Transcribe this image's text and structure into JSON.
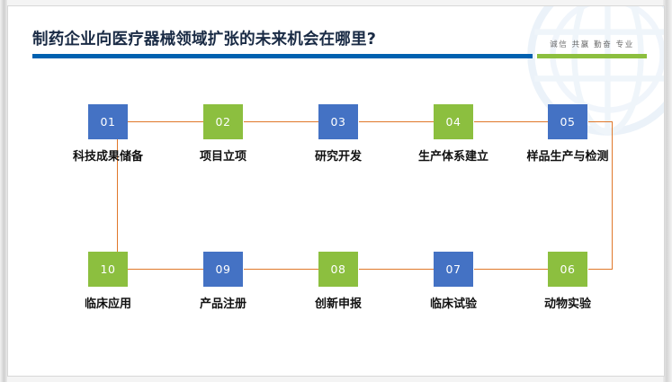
{
  "header": {
    "title": "制药企业向医疗器械领域扩张的未来机会在哪里?",
    "tagline": "诚信  共赢  勤奋  专业",
    "rule_blue_color": "#0061b0",
    "rule_green_color": "#8cbf3f",
    "title_color": "#1a2b45"
  },
  "theme": {
    "blue": "#4472c4",
    "green": "#8cbf3f",
    "connector": "#e0782a",
    "canvas": "#ffffff",
    "frame": "#f0f0f0"
  },
  "flow": {
    "connector_color": "#e0782a",
    "top_row": [
      {
        "number": "01",
        "label": "科技成果储备",
        "color": "blue"
      },
      {
        "number": "02",
        "label": "项目立项",
        "color": "green"
      },
      {
        "number": "03",
        "label": "研究开发",
        "color": "blue"
      },
      {
        "number": "04",
        "label": "生产体系建立",
        "color": "green"
      },
      {
        "number": "05",
        "label": "样品生产与检测",
        "color": "blue"
      }
    ],
    "bottom_row": [
      {
        "number": "10",
        "label": "临床应用",
        "color": "green"
      },
      {
        "number": "09",
        "label": "产品注册",
        "color": "blue"
      },
      {
        "number": "08",
        "label": "创新申报",
        "color": "green"
      },
      {
        "number": "07",
        "label": "临床试验",
        "color": "blue"
      },
      {
        "number": "06",
        "label": "动物实验",
        "color": "green"
      }
    ]
  }
}
